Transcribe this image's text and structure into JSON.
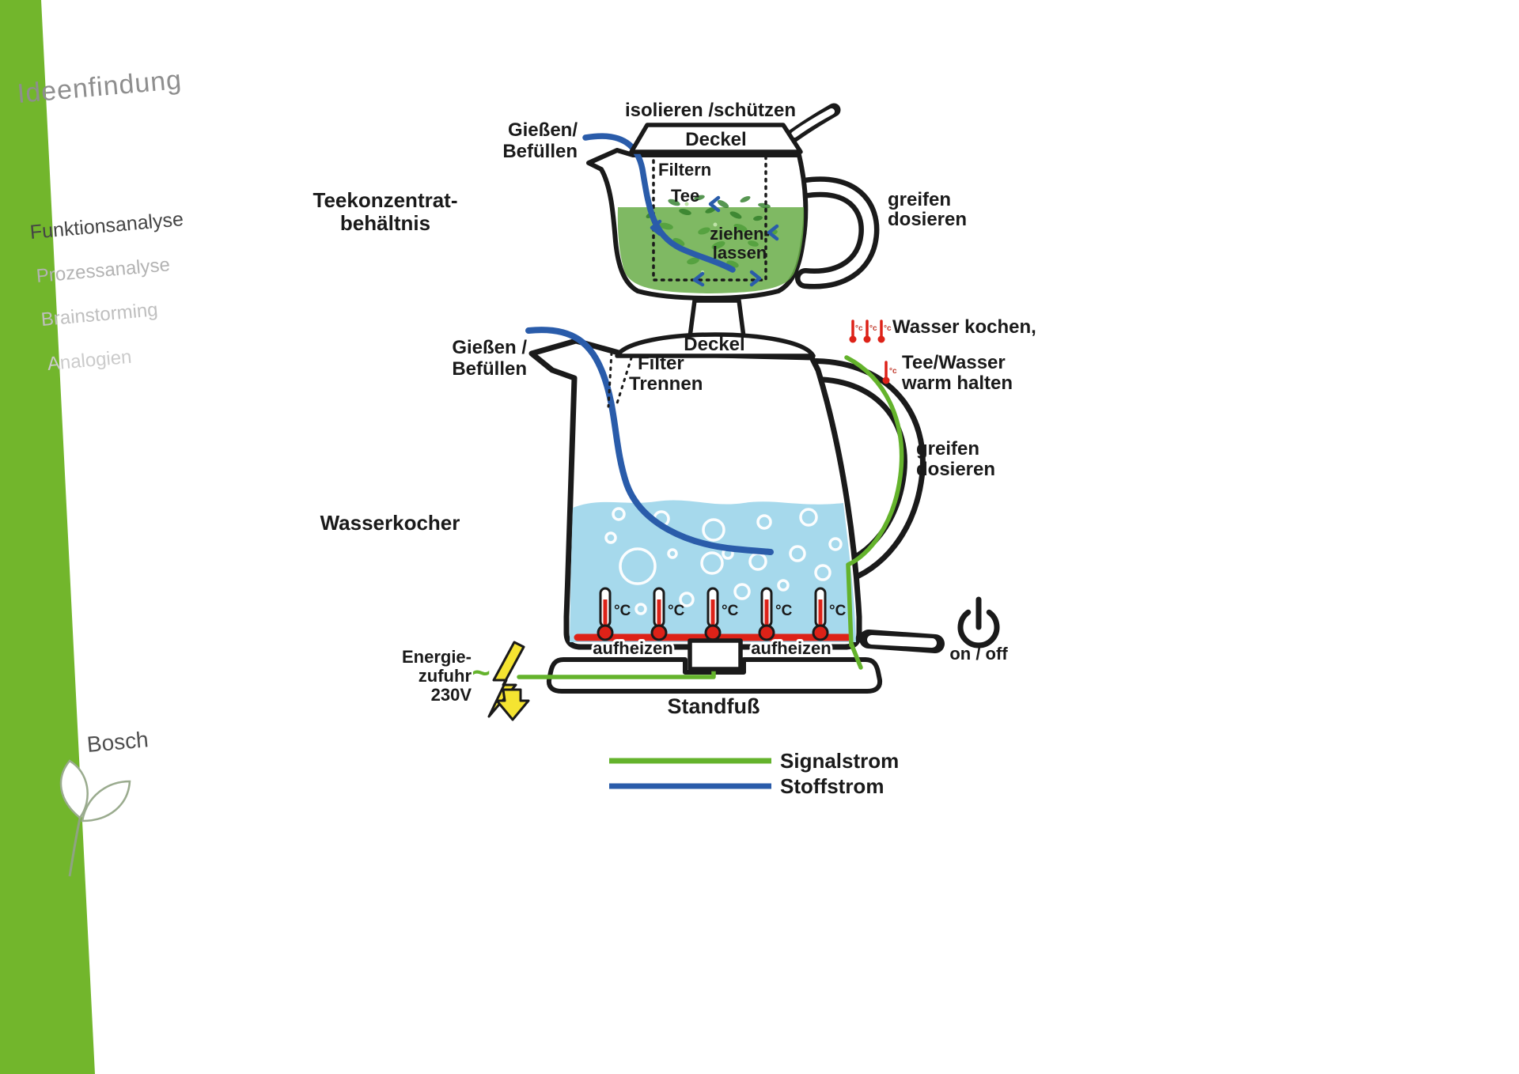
{
  "colors": {
    "band_green": "#72b62c",
    "signal_green": "#64b32c",
    "material_blue": "#2a5caa",
    "water_blue": "#a6d9ec",
    "tea_green": "#69ad48",
    "heat_red": "#dd2218",
    "lightning_yellow": "#f5e431"
  },
  "sidebar": {
    "title": "Ideenfindung",
    "items": [
      {
        "label": "Funktionsanalyse",
        "active": true
      },
      {
        "label": "Prozessanalyse",
        "active": false
      },
      {
        "label": "Brainstorming",
        "active": false
      },
      {
        "label": "Analogien",
        "active": false
      }
    ],
    "brand": "Bosch"
  },
  "diagram": {
    "top": {
      "label_top": "isolieren /schützen",
      "lid": "Deckel",
      "pour1": "Gießen/",
      "pour2": "Befüllen",
      "name1": "Teekonzentrat-",
      "name2": "behältnis",
      "filter": "Filtern",
      "tea": "Tee",
      "steep1": "ziehen-",
      "steep2": "lassen",
      "grip1": "greifen",
      "grip2": "dosieren"
    },
    "kettle": {
      "lid": "Deckel",
      "pour1": "Gießen /",
      "pour2": "Befüllen",
      "filter1": "Filter",
      "filter2": "Trennen",
      "name": "Wasserkocher",
      "boil": "Wasser kochen,",
      "warm1": "Tee/Wasser",
      "warm2": "warm halten",
      "grip1": "greifen",
      "grip2": "dosieren",
      "aufheizen": "aufheizen",
      "unit": "°C",
      "mini_unit": "°c",
      "onoff": "on / off",
      "base": "Standfuß",
      "energy1": "Energie-",
      "energy2": "zufuhr",
      "energy3": "230V",
      "tilde": "~"
    },
    "legend": {
      "signal": "Signalstrom",
      "stoff": "Stoffstrom"
    }
  }
}
